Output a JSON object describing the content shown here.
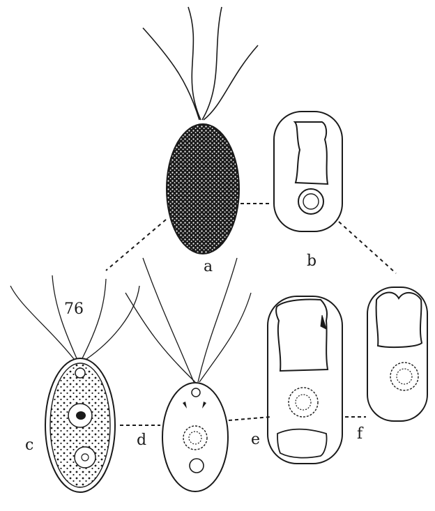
{
  "figure": {
    "number": "76",
    "labels": {
      "a": "a",
      "b": "b",
      "c": "c",
      "d": "d",
      "e": "e",
      "f": "f"
    }
  },
  "colors": {
    "ink": "#1a1a1a",
    "paper": "#ffffff"
  }
}
